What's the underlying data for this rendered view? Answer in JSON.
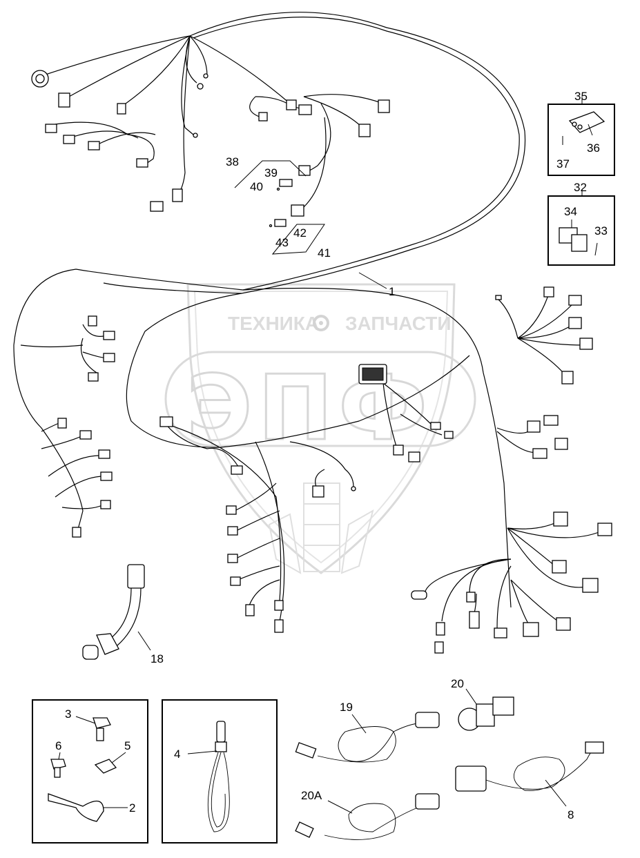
{
  "watermark": {
    "line1_left": "ТЕХНИКА",
    "line1_right": "ЗАПЧАСТИ",
    "logo": "ЭПФ",
    "gear": "gear-icon"
  },
  "callouts": {
    "p1": "1",
    "p2": "2",
    "p3": "3",
    "p4": "4",
    "p5": "5",
    "p6": "6",
    "p8": "8",
    "p18": "18",
    "p19": "19",
    "p20": "20",
    "p20a": "20A",
    "p32": "32",
    "p33": "33",
    "p34": "34",
    "p35": "35",
    "p36": "36",
    "p37": "37",
    "p38": "38",
    "p39": "39",
    "p40": "40",
    "p41": "41",
    "p42": "42",
    "p43": "43"
  }
}
